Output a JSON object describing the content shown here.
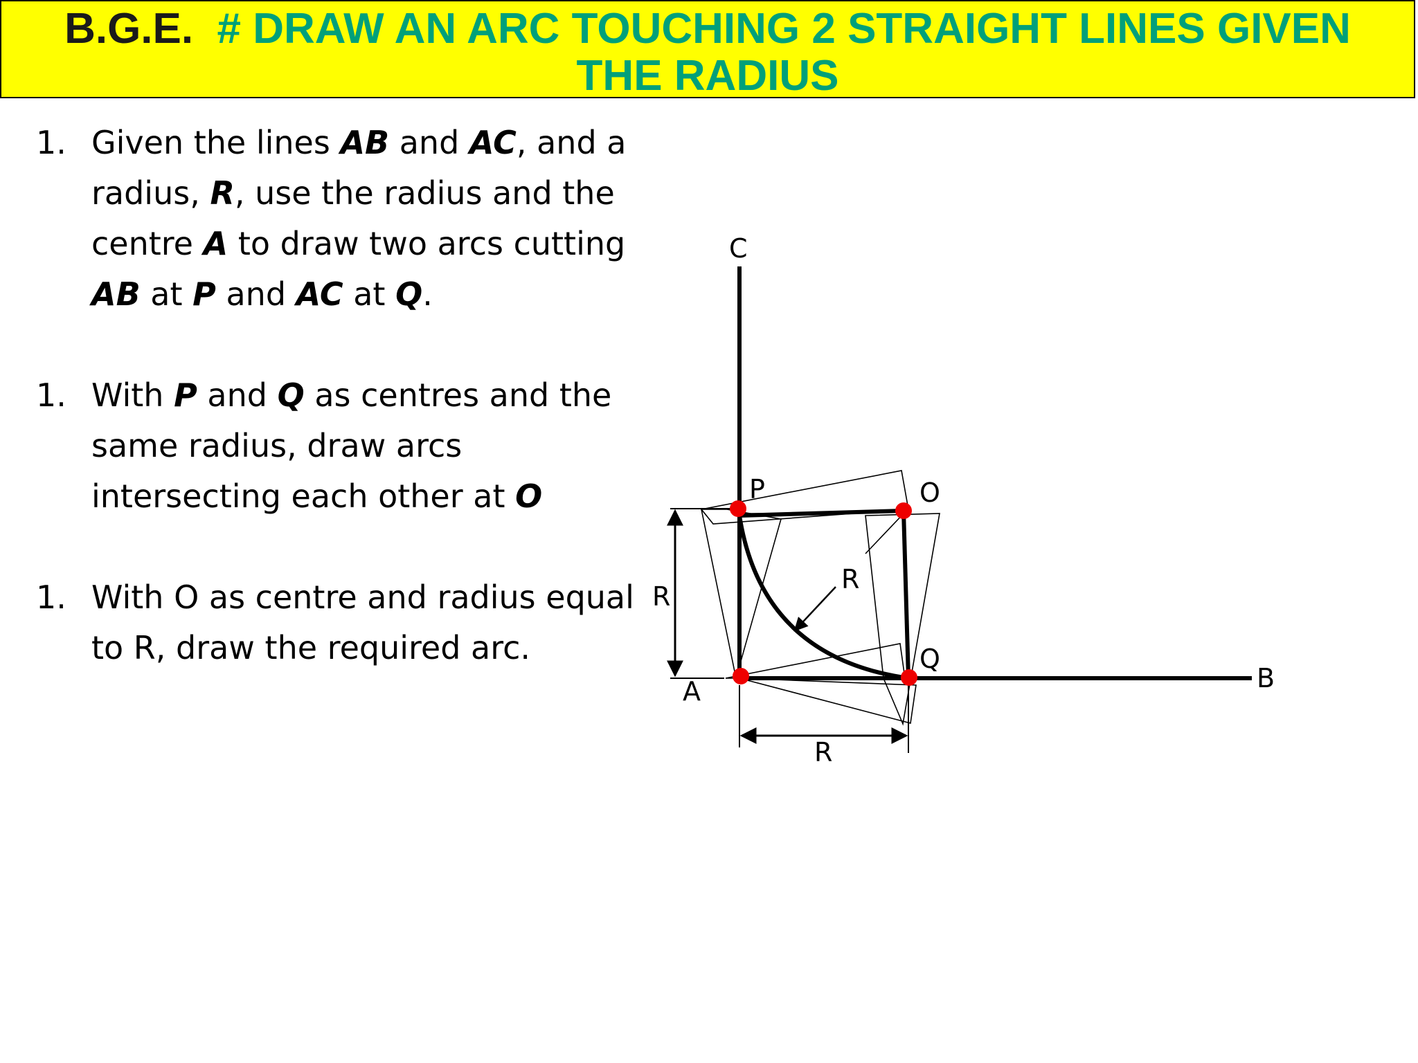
{
  "header": {
    "prefix": "B.G.E.",
    "title_line1": "# DRAW AN ARC TOUCHING 2 STRAIGHT LINES GIVEN",
    "title_line2": "THE RADIUS"
  },
  "steps": [
    {
      "number": "1.",
      "parts": [
        "Given the lines ",
        "AB",
        " and ",
        "AC",
        ", and a radius, ",
        "R",
        ", use the radius and the centre ",
        "A",
        " to draw two arcs cutting ",
        "AB",
        " at ",
        "P",
        " and ",
        "AC",
        " at ",
        "Q",
        "."
      ]
    },
    {
      "number": "1.",
      "parts": [
        "With ",
        "P",
        " and ",
        "Q",
        " as centres and the same radius, draw arcs intersecting each other at ",
        "O"
      ]
    },
    {
      "number": "1.",
      "parts": [
        "With O as centre and radius equal to R, draw the required arc."
      ]
    }
  ],
  "diagram": {
    "labels": {
      "A": "A",
      "B": "B",
      "C": "C",
      "P": "P",
      "O": "O",
      "Q": "Q",
      "R_left": "R",
      "R_bottom": "R",
      "R_inner": "R"
    },
    "colors": {
      "point": "#ee0000",
      "line": "#000000",
      "title_bg": "#ffff00",
      "title_text": "#00a07a"
    }
  }
}
